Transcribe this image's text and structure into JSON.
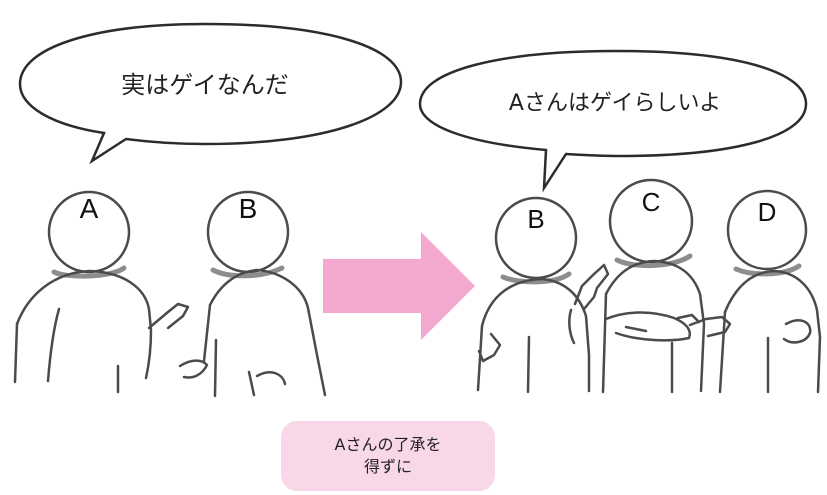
{
  "bubbles": {
    "left": "実はゲイなんだ",
    "right": "Aさんはゲイらしいよ"
  },
  "people": {
    "a": "A",
    "b_left": "B",
    "b_right": "B",
    "c": "C",
    "d": "D"
  },
  "caption": {
    "line1": "Aさんの了承を",
    "line2": "得ずに"
  },
  "colors": {
    "arrow": "#f3a8cf",
    "caption_bg": "#f8d7e8",
    "line": "#4b4b4b"
  },
  "icons": {
    "arrow": "right-arrow-icon"
  }
}
